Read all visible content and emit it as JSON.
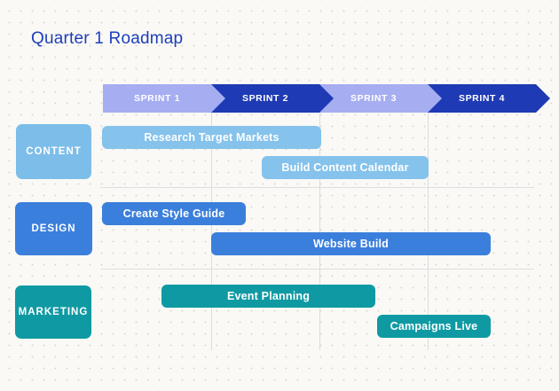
{
  "title": "Quarter 1 Roadmap",
  "palette": {
    "title_text": "#1d3ebc",
    "sprint_lavender": "#a6aef1",
    "sprint_dark_blue": "#1e3ab4",
    "content_light_blue": "#7cbde9",
    "content_bar_blue": "#85c2ec",
    "design_blue": "#3b7fdc",
    "marketing_teal": "#0f9aa3",
    "bar_text": "#ffffff",
    "gridline": "#dcdcdf",
    "background": "#faf9f5"
  },
  "timeline": {
    "sprints": [
      {
        "label": "SPRINT 1",
        "color": "#a6aef1"
      },
      {
        "label": "SPRINT 2",
        "color": "#1e3ab4"
      },
      {
        "label": "SPRINT 3",
        "color": "#a6aef1"
      },
      {
        "label": "SPRINT 4",
        "color": "#1e3ab4"
      }
    ]
  },
  "rows": [
    {
      "label": "CONTENT",
      "color": "#7cbde9",
      "tasks": [
        {
          "label": "Research Target Markets",
          "color": "#85c2ec",
          "sprint_start": 1.0,
          "sprint_end": 3.0
        },
        {
          "label": "Build Content Calendar",
          "color": "#85c2ec",
          "sprint_start": 2.5,
          "sprint_end": 4.0
        }
      ]
    },
    {
      "label": "DESIGN",
      "color": "#3b7fdc",
      "tasks": [
        {
          "label": "Create Style Guide",
          "color": "#3b7fdc",
          "sprint_start": 1.0,
          "sprint_end": 2.3
        },
        {
          "label": "Website Build",
          "color": "#3b7fdc",
          "sprint_start": 2.0,
          "sprint_end": 4.6
        }
      ]
    },
    {
      "label": "MARKETING",
      "color": "#0f9aa3",
      "tasks": [
        {
          "label": "Event Planning",
          "color": "#0f9aa3",
          "sprint_start": 1.55,
          "sprint_end": 3.5
        },
        {
          "label": "Campaigns Live",
          "color": "#0f9aa3",
          "sprint_start": 3.55,
          "sprint_end": 4.6
        }
      ]
    }
  ]
}
